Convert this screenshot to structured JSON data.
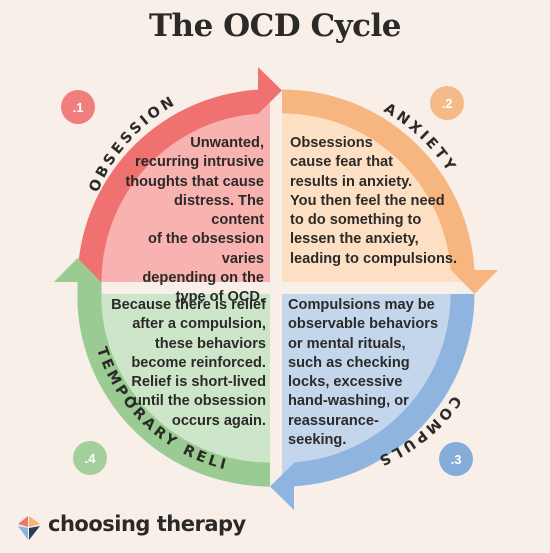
{
  "title": "The OCD Cycle",
  "quadrants": [
    {
      "number": ".1",
      "label": "OBSESSION",
      "color_fill": "#f8b2b0",
      "color_arc": "#ef7270",
      "color_badge": "#ef7e7c",
      "lines": [
        "Unwanted,",
        "recurring intrusive",
        "thoughts that cause",
        "distress. The content",
        "of the obsession varies",
        "depending on the",
        "type of OCD."
      ]
    },
    {
      "number": ".2",
      "label": "ANXIETY",
      "color_fill": "#fde0c4",
      "color_arc": "#f7b67f",
      "color_badge": "#f6b988",
      "lines": [
        "Obsessions",
        "cause fear that",
        "results in anxiety.",
        "You then feel the need",
        "to do something to",
        "lessen the anxiety,",
        "leading to compulsions."
      ]
    },
    {
      "number": ".3",
      "label": "COMPULSION",
      "color_fill": "#c3d6ec",
      "color_arc": "#8fb4e0",
      "color_badge": "#86acd9",
      "lines": [
        "Compulsions may be",
        "observable behaviors",
        "or mental rituals,",
        "such as checking",
        "locks, excessive",
        "hand-washing, or",
        "reassurance-",
        "seeking."
      ]
    },
    {
      "number": ".4",
      "label": "TEMPORARY RELIEF",
      "color_fill": "#cde6c9",
      "color_arc": "#9acb92",
      "color_badge": "#a4cf9b",
      "lines": [
        "Because there is relief",
        "after a compulsion,",
        "these behaviors",
        "become reinforced.",
        "Relief is short-lived",
        "until the obsession",
        "occurs again."
      ]
    }
  ],
  "brand": {
    "name": "choosing therapy",
    "logo_icon": "choosing-therapy-logo-icon",
    "logo_colors": [
      "#e87a6d",
      "#f3b679",
      "#87b7d8",
      "#2f3a55"
    ]
  }
}
